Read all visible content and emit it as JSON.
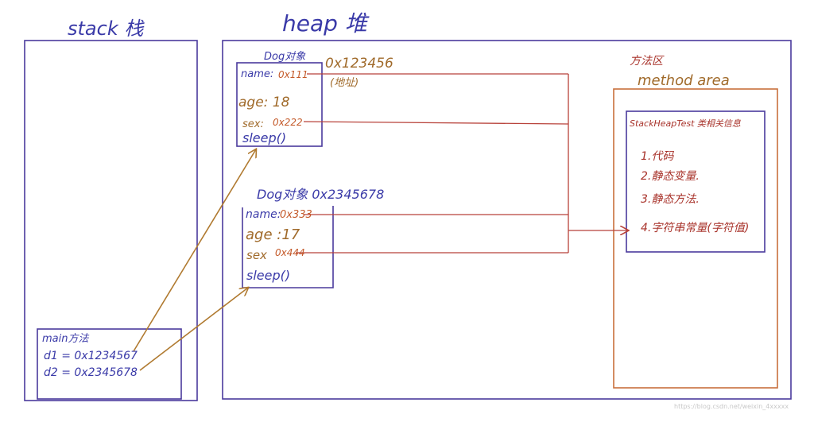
{
  "stack": {
    "title": "stack 栈"
  },
  "heap": {
    "title": "heap 堆"
  },
  "dog1": {
    "header": "Dog对象",
    "address": "0x123456",
    "address_note": "(地址)",
    "name_label": "name:",
    "name_value": "0x111",
    "age": "age: 18",
    "sex_label": "sex:",
    "sex_value": "0x222",
    "sleep": "sleep()"
  },
  "dog2": {
    "header": "Dog对象 0x2345678",
    "name_label": "name:",
    "name_value": "0x333",
    "age": "age :17",
    "sex_label": "sex",
    "sex_value": "0x444",
    "sleep": "sleep()"
  },
  "main_method": {
    "title": "main方法",
    "d1": "d1 = 0x1234567",
    "d2": "d2 = 0x2345678"
  },
  "method_area": {
    "title_cn": "方法区",
    "title_en": "method area",
    "class_info_title": "StackHeapTest 类相关信息",
    "items": [
      "1.代码",
      "2.静态变量.",
      "3.静态方法.",
      "4.字符串常量(字符值)"
    ]
  },
  "watermark": "https://blog.csdn.net/weixin_4xxxxx",
  "colors": {
    "blue_box": "#4a3a9c",
    "orange_box": "#c8703c",
    "red_line": "#b8423a",
    "brown_arrow": "#b07a30"
  }
}
